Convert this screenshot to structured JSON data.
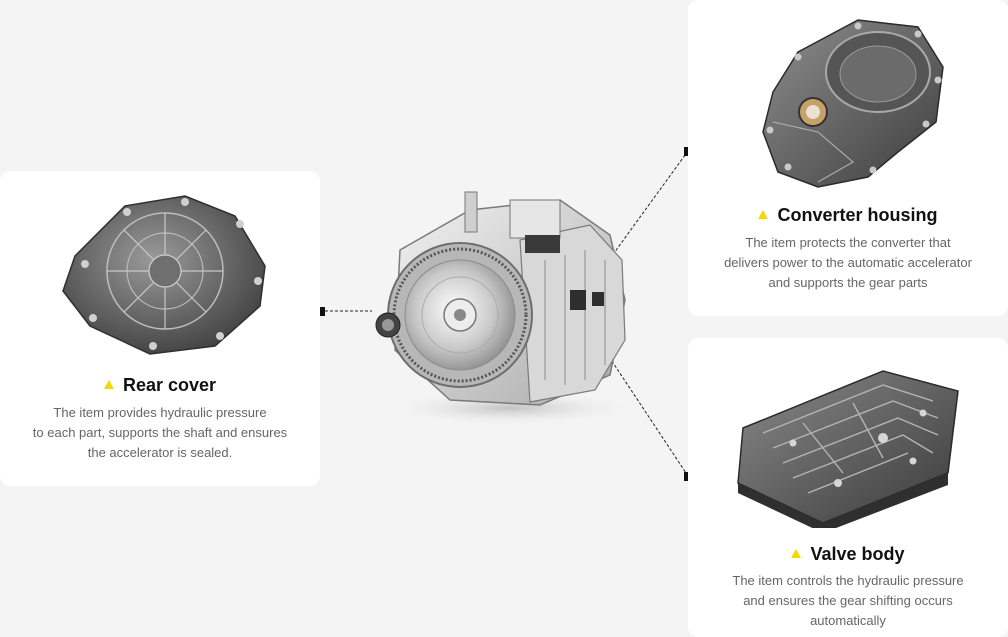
{
  "parts": {
    "rear_cover": {
      "title": "Rear cover",
      "desc": [
        "The item provides hydraulic pressure",
        "to each part, supports the shaft and ensures",
        "the accelerator is sealed."
      ]
    },
    "converter_housing": {
      "title": "Converter housing",
      "desc": [
        "The item protects the converter that",
        "delivers power to the automatic accelerator",
        "and supports the gear parts"
      ]
    },
    "valve_body": {
      "title": "Valve body",
      "desc": [
        "The item controls the hydraulic pressure",
        "and ensures the gear shifting occurs",
        "automatically"
      ]
    }
  },
  "colors": {
    "background": "#f4f4f4",
    "card": "#ffffff",
    "marker": "#f5d800",
    "leader": "#111111"
  }
}
